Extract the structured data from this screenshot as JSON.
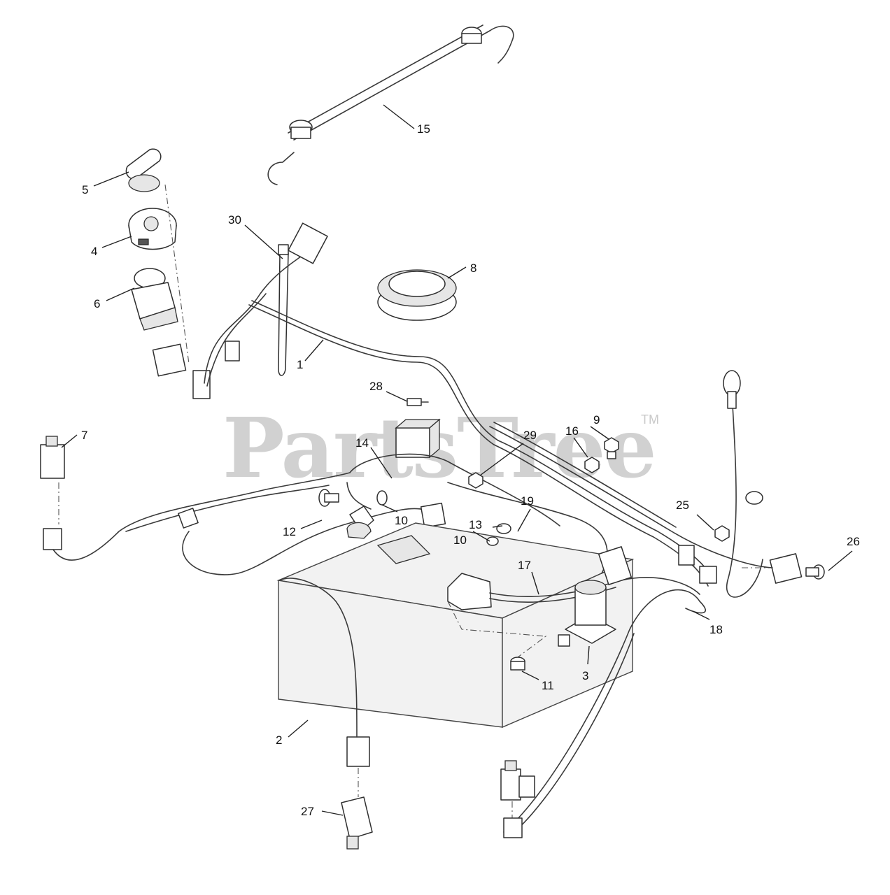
{
  "watermark": {
    "brand": "PartsTree",
    "trademark": "TM"
  },
  "callouts": [
    {
      "id": "c1",
      "label": "1"
    },
    {
      "id": "c2",
      "label": "2"
    },
    {
      "id": "c3",
      "label": "3"
    },
    {
      "id": "c4",
      "label": "4"
    },
    {
      "id": "c5",
      "label": "5"
    },
    {
      "id": "c6",
      "label": "6"
    },
    {
      "id": "c7",
      "label": "7"
    },
    {
      "id": "c8",
      "label": "8"
    },
    {
      "id": "c9",
      "label": "9"
    },
    {
      "id": "c10a",
      "label": "10"
    },
    {
      "id": "c10b",
      "label": "10"
    },
    {
      "id": "c11",
      "label": "11"
    },
    {
      "id": "c12",
      "label": "12"
    },
    {
      "id": "c13",
      "label": "13"
    },
    {
      "id": "c14",
      "label": "14"
    },
    {
      "id": "c15",
      "label": "15"
    },
    {
      "id": "c16",
      "label": "16"
    },
    {
      "id": "c17",
      "label": "17"
    },
    {
      "id": "c18",
      "label": "18"
    },
    {
      "id": "c19",
      "label": "19"
    },
    {
      "id": "c25",
      "label": "25"
    },
    {
      "id": "c26",
      "label": "26"
    },
    {
      "id": "c27",
      "label": "27"
    },
    {
      "id": "c28",
      "label": "28"
    },
    {
      "id": "c29",
      "label": "29"
    },
    {
      "id": "c30",
      "label": "30"
    }
  ]
}
